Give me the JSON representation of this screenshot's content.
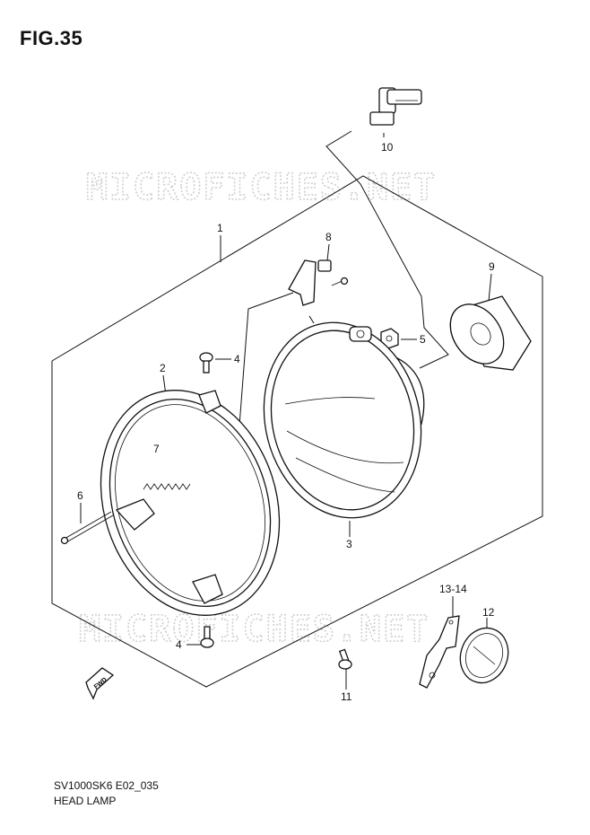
{
  "figure": {
    "title": "FIG.35"
  },
  "footer": {
    "model_code": "SV1000SK6 E02_035",
    "section_name": "HEAD LAMP"
  },
  "watermark": {
    "text": "MICROFICHES.NET"
  },
  "direction_badge": {
    "text": "FWD"
  },
  "callouts": {
    "bulb": "10",
    "headlamp_assy": "1",
    "bracket": "8",
    "socket_cover": "9",
    "nut": "5",
    "screw_top": "4",
    "rim": "2",
    "spring": "7",
    "adjust_screw": "6",
    "lens_unit": "3",
    "screw_bottom": "4",
    "bolt": "11",
    "stay": "13-14",
    "cushion": "12"
  }
}
